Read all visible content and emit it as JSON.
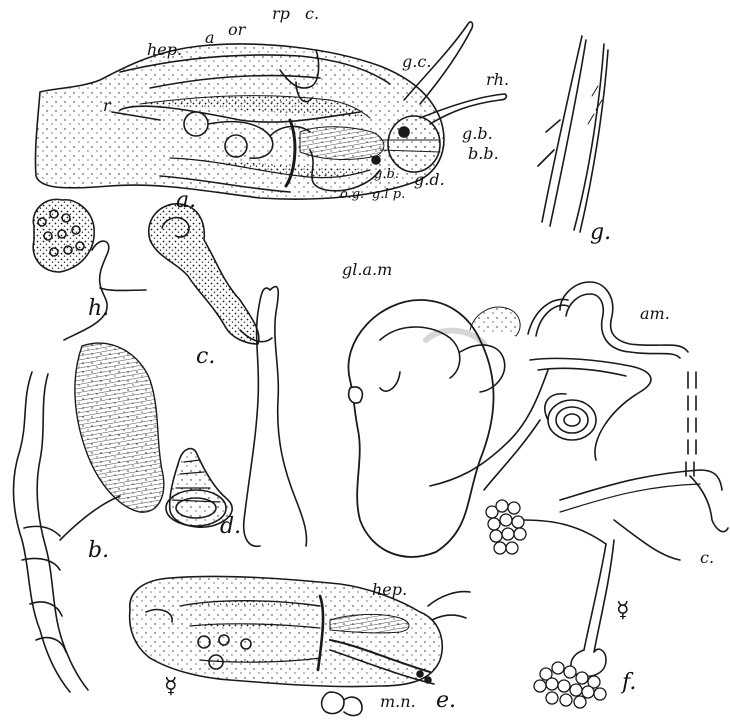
{
  "figure_labels": {
    "a": "a.",
    "b": "b.",
    "c": "c.",
    "d": "d.",
    "e": "e.",
    "f": "f.",
    "g": "g.",
    "h": "h."
  },
  "a_labels": {
    "r": "r",
    "hep": "hep.",
    "a": "a",
    "or": "or",
    "rp": "rp",
    "c": "c.",
    "gc": "g.c.",
    "rh": "rh.",
    "gb": "g.b.",
    "bb": "b.b.",
    "gd": "g.d.",
    "gb2": "g.b.",
    "og": "o.g.",
    "glp": "g.l p."
  },
  "f_labels": {
    "glam": "gl.a.m",
    "am": "am.",
    "c": "c.",
    "sex": "☿"
  },
  "e_labels": {
    "hep": "hep.",
    "mn": "m.n.",
    "sex": "☿"
  },
  "colors": {
    "ink": "#1a1a1a",
    "paper": "#ffffff"
  }
}
